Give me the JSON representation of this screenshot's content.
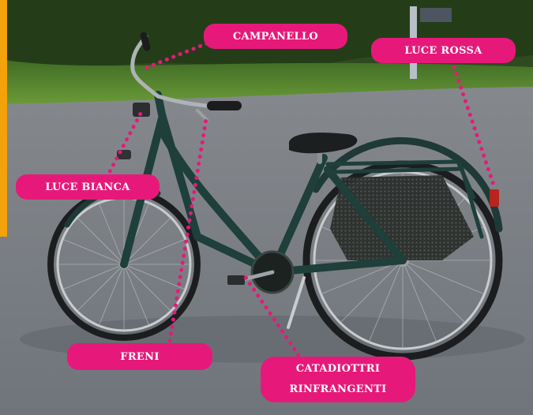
{
  "labels": {
    "bell": "CAMPANELLO",
    "red_light": "LUCE ROSSA",
    "white_light": "LUCE BIANCA",
    "brakes": "FRENI",
    "reflectors_line1": "CATADIOTTRI",
    "reflectors_line2": "RINFRANGENTI"
  },
  "colors": {
    "label_bg": "#e6197a",
    "label_text": "#ffffff",
    "accent_bar": "#f2a20a",
    "leader_dots": "#e6197a"
  }
}
